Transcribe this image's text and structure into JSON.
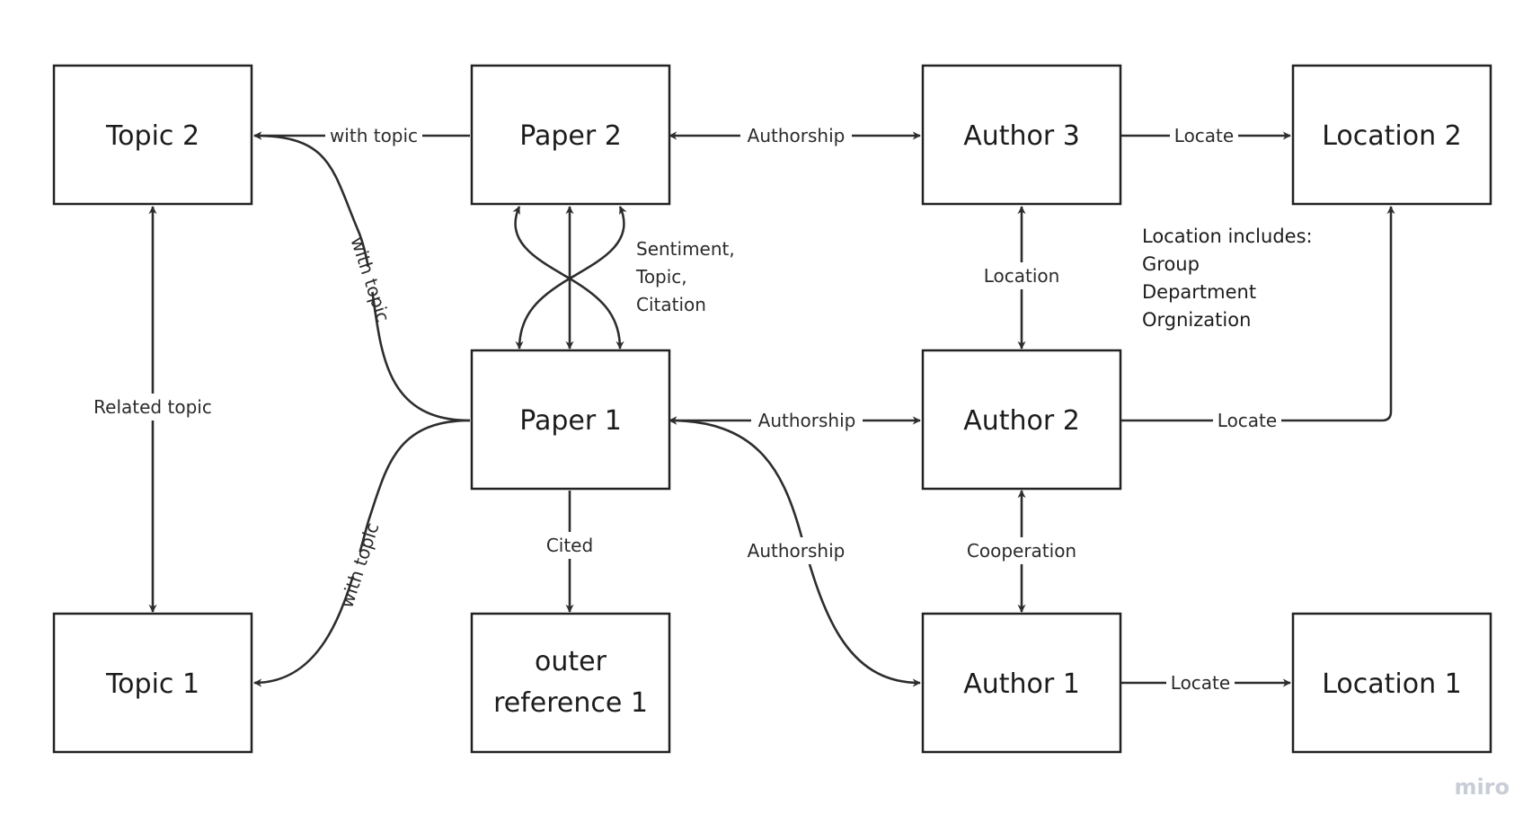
{
  "nodes": {
    "topic2": "Topic 2",
    "paper2": "Paper 2",
    "author3": "Author 3",
    "location2": "Location 2",
    "paper1": "Paper 1",
    "author2": "Author 2",
    "topic1": "Topic 1",
    "outer_reference1_line1": "outer",
    "outer_reference1_line2": "reference 1",
    "author1": "Author 1",
    "location1": "Location 1"
  },
  "edges": {
    "paper2_topic2": "with topic",
    "paper2_author3": "Authorship",
    "author3_location2": "Locate",
    "paper1_topic2": "with topic",
    "paper1_topic1": "with topic",
    "topic_related": "Related topic",
    "paper_relations_line1": "Sentiment,",
    "paper_relations_line2": "Topic,",
    "paper_relations_line3": "Citation",
    "paper1_author2": "Authorship",
    "author3_author2": "Location",
    "author2_location2": "Locate",
    "paper1_outer": "Cited",
    "paper1_author1": "Authorship",
    "author2_author1": "Cooperation",
    "author1_location1": "Locate"
  },
  "note": {
    "line1": "Location includes:",
    "line2": "Group",
    "line3": "Department",
    "line4": "Orgnization"
  },
  "watermark": "miro",
  "colors": {
    "stroke": "#2d2d2d",
    "text": "#1c1c1c",
    "watermark": "#c9cdd6"
  }
}
